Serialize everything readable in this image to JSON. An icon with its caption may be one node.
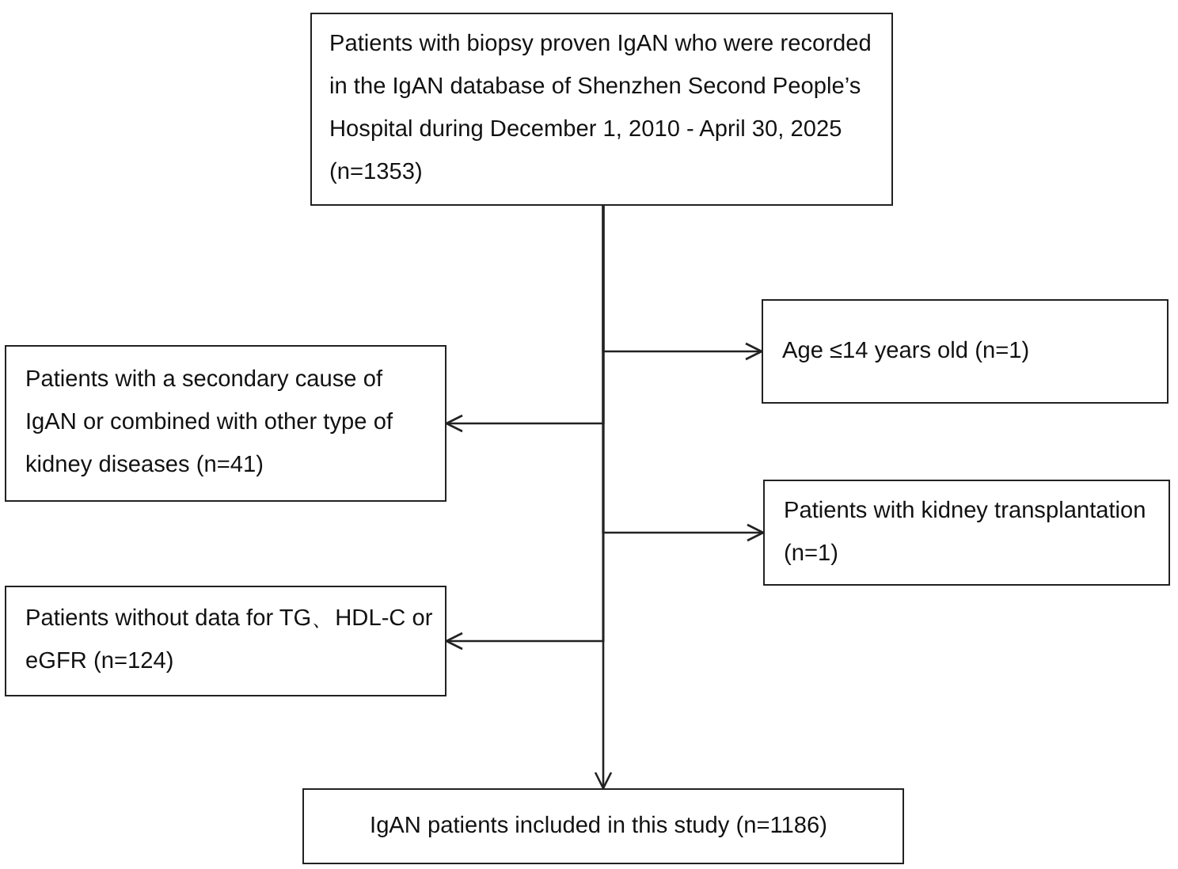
{
  "diagram": {
    "nodes": [
      {
        "text": [
          "Patients with biopsy proven IgAN who were recorded in the IgAN database of Shenzhen Second People’s Hospital during December 1, 2010 - April 30, 2025 (n=1353)"
        ]
      },
      {
        "text": [
          "Age ≤14 years old (n=1)"
        ]
      },
      {
        "text": [
          "Patients with a secondary cause of IgAN or combined with other type of kidney diseases (n=41)"
        ]
      },
      {
        "text": [
          "Patients with kidney transplantation (n=1)"
        ]
      },
      {
        "text": [
          "Patients without data for TG、HDL-C or eGFR (n=124)"
        ]
      },
      {
        "text": [
          "IgAN patients included in this study (n=1186)"
        ]
      }
    ],
    "edges": [
      {
        "from": 0,
        "to": 1,
        "arrow": "to"
      },
      {
        "from": 0,
        "to": 2,
        "arrow": "to"
      },
      {
        "from": 0,
        "to": 3,
        "arrow": "to"
      },
      {
        "from": 0,
        "to": 4,
        "arrow": "to"
      },
      {
        "from": 0,
        "to": 5,
        "arrow": "to"
      }
    ]
  }
}
